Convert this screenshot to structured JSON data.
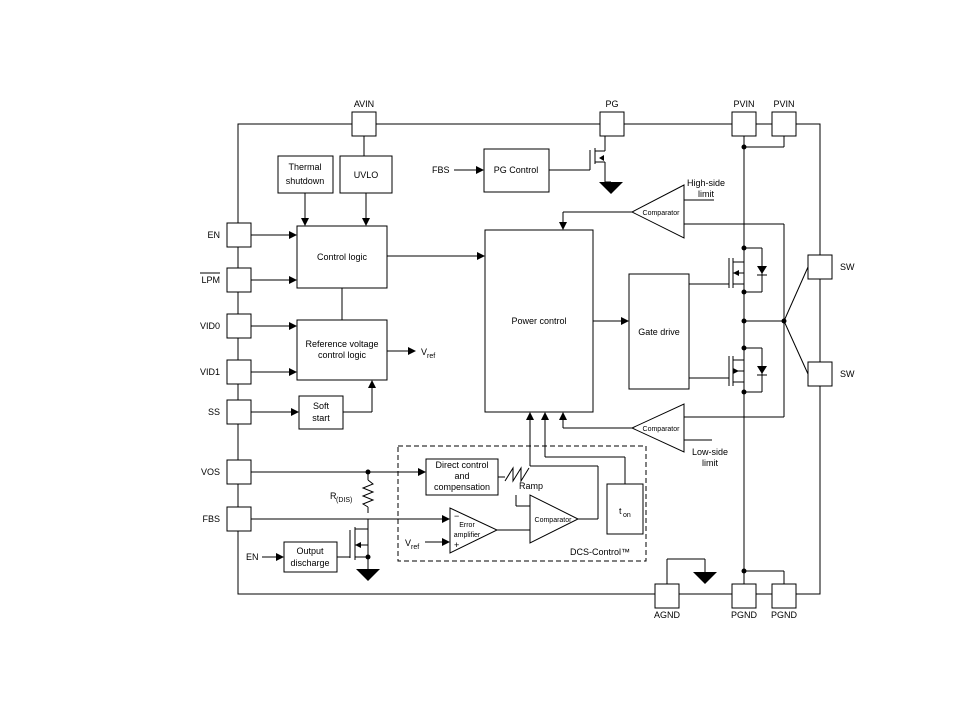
{
  "pins": {
    "avin": "AVIN",
    "pg": "PG",
    "pvin1": "PVIN",
    "pvin2": "PVIN",
    "en": "EN",
    "lpm": "LPM",
    "vid0": "VID0",
    "vid1": "VID1",
    "ss": "SS",
    "vos": "VOS",
    "fbs": "FBS",
    "sw1": "SW",
    "sw2": "SW",
    "agnd": "AGND",
    "pgnd1": "PGND",
    "pgnd2": "PGND"
  },
  "blocks": {
    "thermal_line1": "Thermal",
    "thermal_line2": "shutdown",
    "uvlo": "UVLO",
    "pg_control": "PG Control",
    "control_logic": "Control logic",
    "ref_line1": "Reference voltage",
    "ref_line2": "control logic",
    "soft_line1": "Soft",
    "soft_line2": "start",
    "power_control": "Power control",
    "gate_drive": "Gate drive",
    "direct_line1": "Direct control",
    "direct_line2": "and",
    "direct_line3": "compensation",
    "output_line1": "Output",
    "output_line2": "discharge",
    "ton_main": "t",
    "ton_sub": "on"
  },
  "amplifiers": {
    "comparator_high": "Comparator",
    "comparator_low": "Comparator",
    "comparator_dcs": "Comparator",
    "error_line1": "Error",
    "error_line2": "amplifier"
  },
  "labels": {
    "fbs_pg": "FBS",
    "vref_out_main": "V",
    "vref_out_sub": "ref",
    "vref_in_main": "V",
    "vref_in_sub": "ref",
    "high_side_line1": "High-side",
    "high_side_line2": "limit",
    "low_side_line1": "Low-side",
    "low_side_line2": "limit",
    "ramp": "Ramp",
    "rdis_main": "R",
    "rdis_sub": "(DIS)",
    "en_discharge": "EN",
    "dcs_control": "DCS-Control™",
    "minus_sign": "−",
    "plus_sign": "+"
  }
}
